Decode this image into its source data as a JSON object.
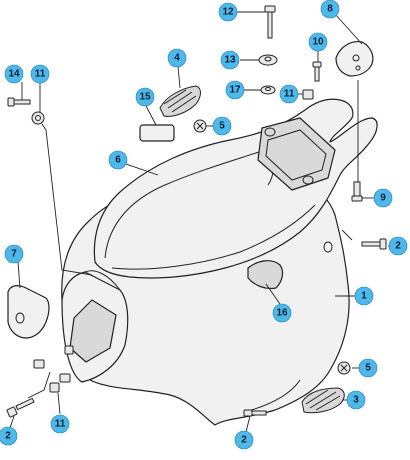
{
  "callouts": [
    {
      "id": "c12",
      "label": "12"
    },
    {
      "id": "c8",
      "label": "8"
    },
    {
      "id": "c10",
      "label": "10"
    },
    {
      "id": "c4",
      "label": "4"
    },
    {
      "id": "c13",
      "label": "13"
    },
    {
      "id": "c14",
      "label": "14"
    },
    {
      "id": "c11a",
      "label": "11"
    },
    {
      "id": "c15",
      "label": "15"
    },
    {
      "id": "c17",
      "label": "17"
    },
    {
      "id": "c11b",
      "label": "11"
    },
    {
      "id": "c5a",
      "label": "5"
    },
    {
      "id": "c6",
      "label": "6"
    },
    {
      "id": "c9",
      "label": "9"
    },
    {
      "id": "c7",
      "label": "7"
    },
    {
      "id": "c2a",
      "label": "2"
    },
    {
      "id": "c1",
      "label": "1"
    },
    {
      "id": "c16",
      "label": "16"
    },
    {
      "id": "c5b",
      "label": "5"
    },
    {
      "id": "c3",
      "label": "3"
    },
    {
      "id": "c2b",
      "label": "2"
    },
    {
      "id": "c11c",
      "label": "11"
    },
    {
      "id": "c2c",
      "label": "2"
    }
  ],
  "colors": {
    "badge_fill": "#4fb8ea",
    "part_fill": "#f1f1f1",
    "outline": "#222222"
  }
}
